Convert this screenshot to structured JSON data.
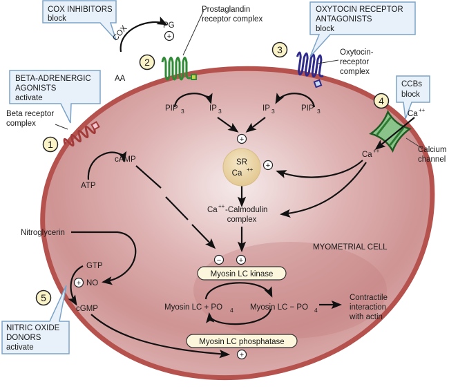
{
  "title": "Myometrial cell tocolytic mechanisms",
  "colors": {
    "membrane": "#b5524e",
    "cell_fill": "#d9a3a3",
    "cell_center": "#f3e6e6",
    "callout_fill": "#e8f1f9",
    "callout_border": "#7ba3c8",
    "number_fill": "#fbf3c8",
    "sr_fill": "#ecd9a8",
    "enzyme_fill": "#fbf6dc",
    "prostaglandin_receptor": "#2f8a35",
    "oxytocin_receptor": "#2e2a8c",
    "beta_receptor": "#a33a3a",
    "calcium_channel": "#6aa86a"
  },
  "callouts": {
    "cox": {
      "title": "COX INHIBITORS",
      "action": "block"
    },
    "beta": {
      "title_line1": "BETA-ADRENERGIC",
      "title_line2": "AGONISTS",
      "action": "activate"
    },
    "oxytocin": {
      "title_line1": "OXYTOCIN RECEPTOR",
      "title_line2": "ANTAGONISTS",
      "action": "block"
    },
    "ccb": {
      "title": "CCBs",
      "action": "block"
    },
    "nitric": {
      "title_line1": "NITRIC OXIDE",
      "title_line2": "DONORS",
      "action": "activate"
    }
  },
  "numbers": [
    "1",
    "2",
    "3",
    "4",
    "5"
  ],
  "labels": {
    "cox": "COX",
    "aa": "AA",
    "pg": "PG",
    "prostaglandin_line1": "Prostaglandin",
    "prostaglandin_line2": "receptor complex",
    "oxytocin_line1": "Oxytocin-",
    "oxytocin_line2": "receptor",
    "oxytocin_line3": "complex",
    "beta_line1": "Beta receptor",
    "beta_line2": "complex",
    "calcium_line1": "Calcium",
    "calcium_line2": "channel",
    "pip": "PIP",
    "ip": "IP",
    "sub3": "3",
    "atp": "ATP",
    "camp": "cAMP",
    "sr": "SR",
    "ca": "Ca",
    "plusplus": "++",
    "calmodulin_suffix": "-Calmodulin",
    "complex": "complex",
    "myometrial_cell": "MYOMETRIAL CELL",
    "nitroglycerin": "Nitroglycerin",
    "gtp": "GTP",
    "no": "NO",
    "cgmp": "cGMP",
    "myosin_kinase": "Myosin LC kinase",
    "myosin_lc_plus": "Myosin LC + PO",
    "myosin_lc_minus": "Myosin LC − PO",
    "sub4": "4",
    "myosin_phosphatase": "Myosin LC phosphatase",
    "contractile_line1": "Contractile",
    "contractile_line2": "interaction",
    "contractile_line3": "with actin",
    "plus": "+",
    "minus": "−"
  }
}
